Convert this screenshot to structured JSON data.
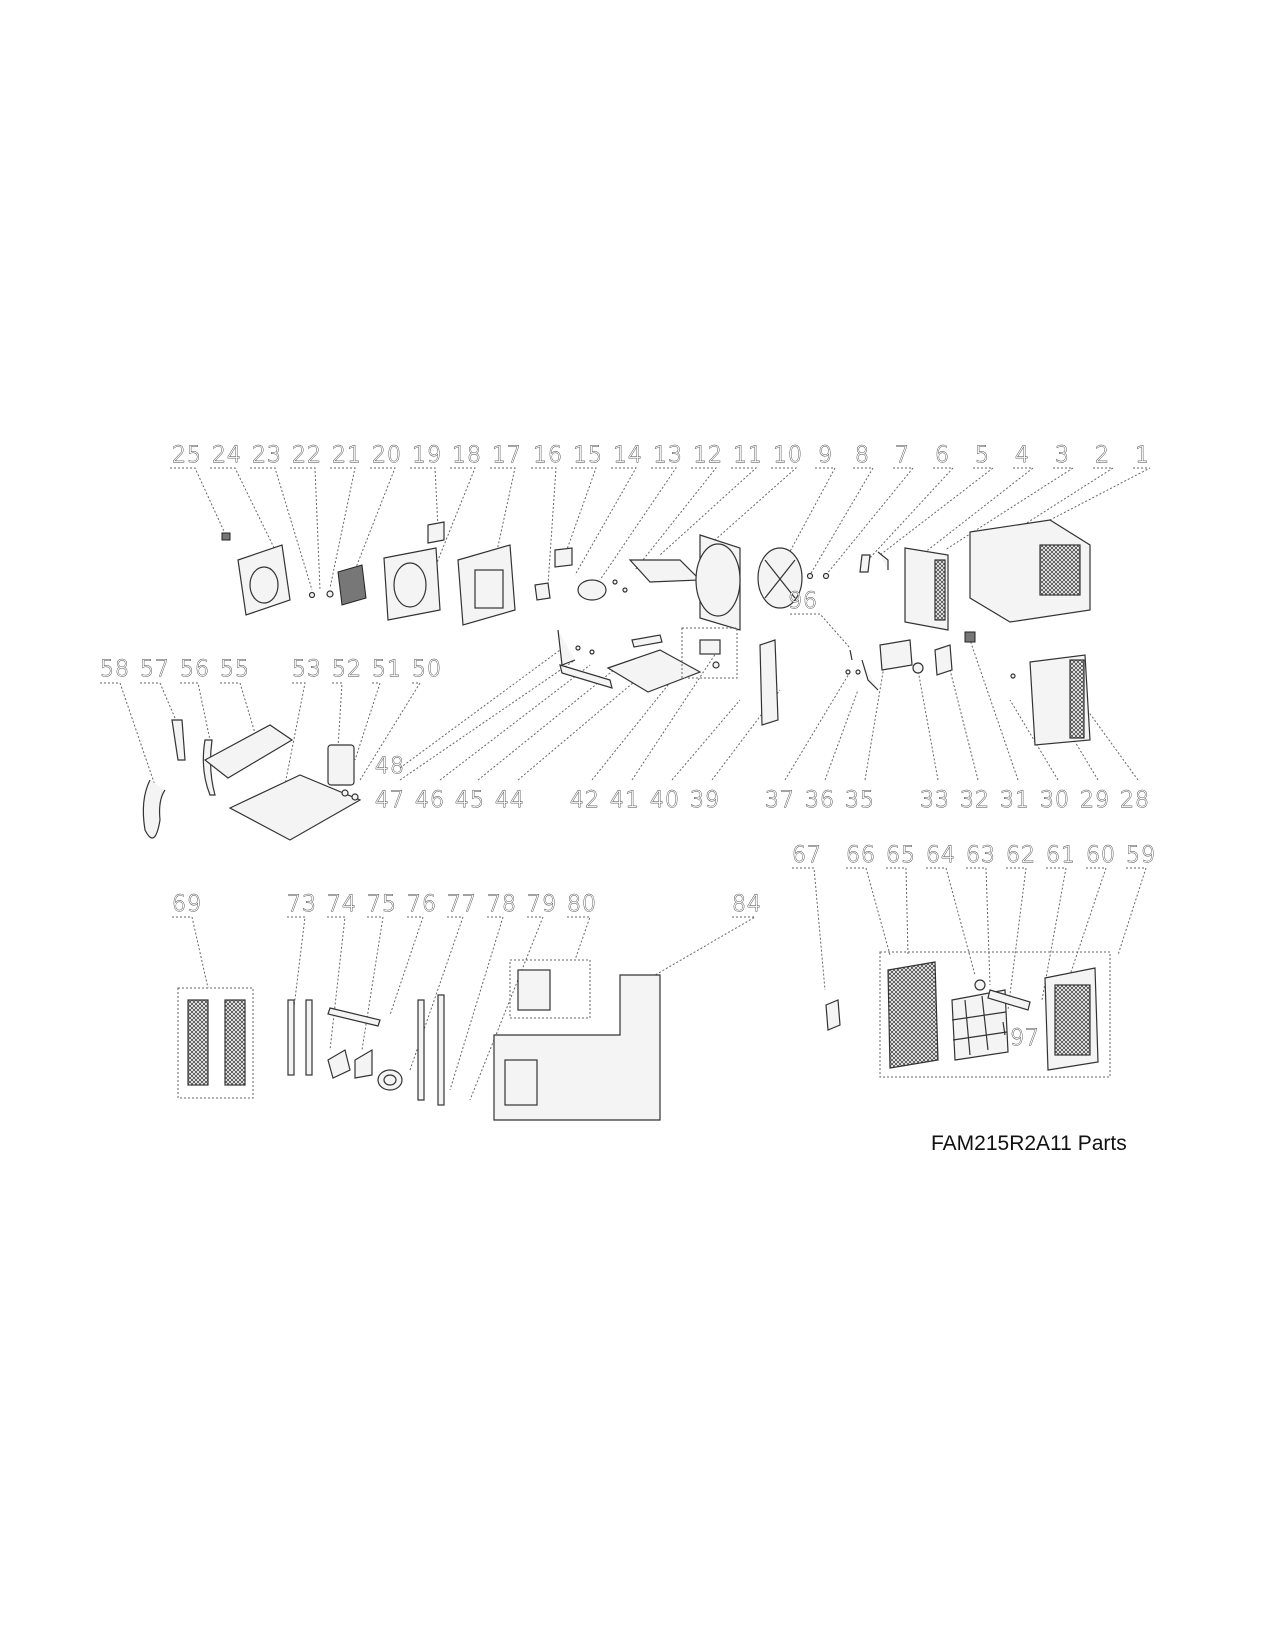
{
  "caption": "FAM215R2A11 Parts",
  "callouts": {
    "row1": [
      "25",
      "24",
      "23",
      "22",
      "21",
      "20",
      "19",
      "18",
      "17",
      "16",
      "15",
      "14",
      "13",
      "12",
      "11",
      "10",
      "9",
      "8",
      "7",
      "6",
      "5",
      "4",
      "3",
      "2",
      "1"
    ],
    "left_group": [
      "58",
      "57",
      "56",
      "55",
      "53",
      "52",
      "51",
      "50"
    ],
    "mid_bottom": [
      "48",
      "47",
      "46",
      "45",
      "44",
      "42",
      "41",
      "40",
      "39"
    ],
    "right_bottom": [
      "96",
      "37",
      "36",
      "35",
      "33",
      "32",
      "31",
      "30",
      "29",
      "28"
    ],
    "grille_group": [
      "67",
      "66",
      "65",
      "64",
      "63",
      "62",
      "61",
      "60",
      "59",
      "97"
    ],
    "lower_left": [
      "69",
      "73",
      "74",
      "75",
      "76",
      "77",
      "78",
      "79",
      "80",
      "84"
    ]
  },
  "grille_unit_label": "97"
}
